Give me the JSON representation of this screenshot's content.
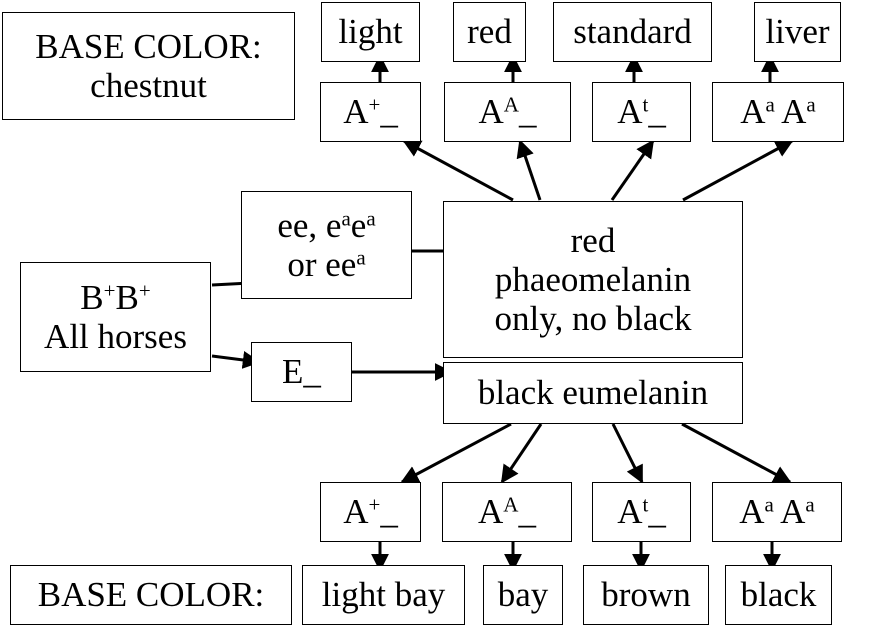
{
  "base_color_top": {
    "title": "BASE COLOR:",
    "value": "chestnut"
  },
  "base_color_bottom": {
    "title": "BASE COLOR:"
  },
  "start": {
    "line1_base": "B",
    "line1_sup": "+",
    "line1_base2": "B",
    "line1_sup2": "+",
    "line2": "All horses"
  },
  "e_recessive": {
    "line1_pre": "ee, e",
    "line1_sup1": "a",
    "line1_mid": "e",
    "line1_sup2": "a",
    "line2_pre": "or ee",
    "line2_sup": "a"
  },
  "e_dominant": {
    "label": "E_"
  },
  "red_pigment": {
    "line1": "red",
    "line2": "phaeomelanin",
    "line3": "only, no black"
  },
  "black_pigment": {
    "label": "black eumelanin"
  },
  "genotypes": [
    {
      "base": "A",
      "sup": "+",
      "suffix": "_"
    },
    {
      "base": "A",
      "sup": "A",
      "suffix": "_"
    },
    {
      "base": "A",
      "sup": "t",
      "suffix": "_"
    },
    {
      "base1": "A",
      "sup1": "a",
      "base2": "A",
      "sup2": "a"
    }
  ],
  "red_results": [
    "light",
    "red",
    "standard",
    "liver"
  ],
  "black_results": [
    "light bay",
    "bay",
    "brown",
    "black"
  ]
}
